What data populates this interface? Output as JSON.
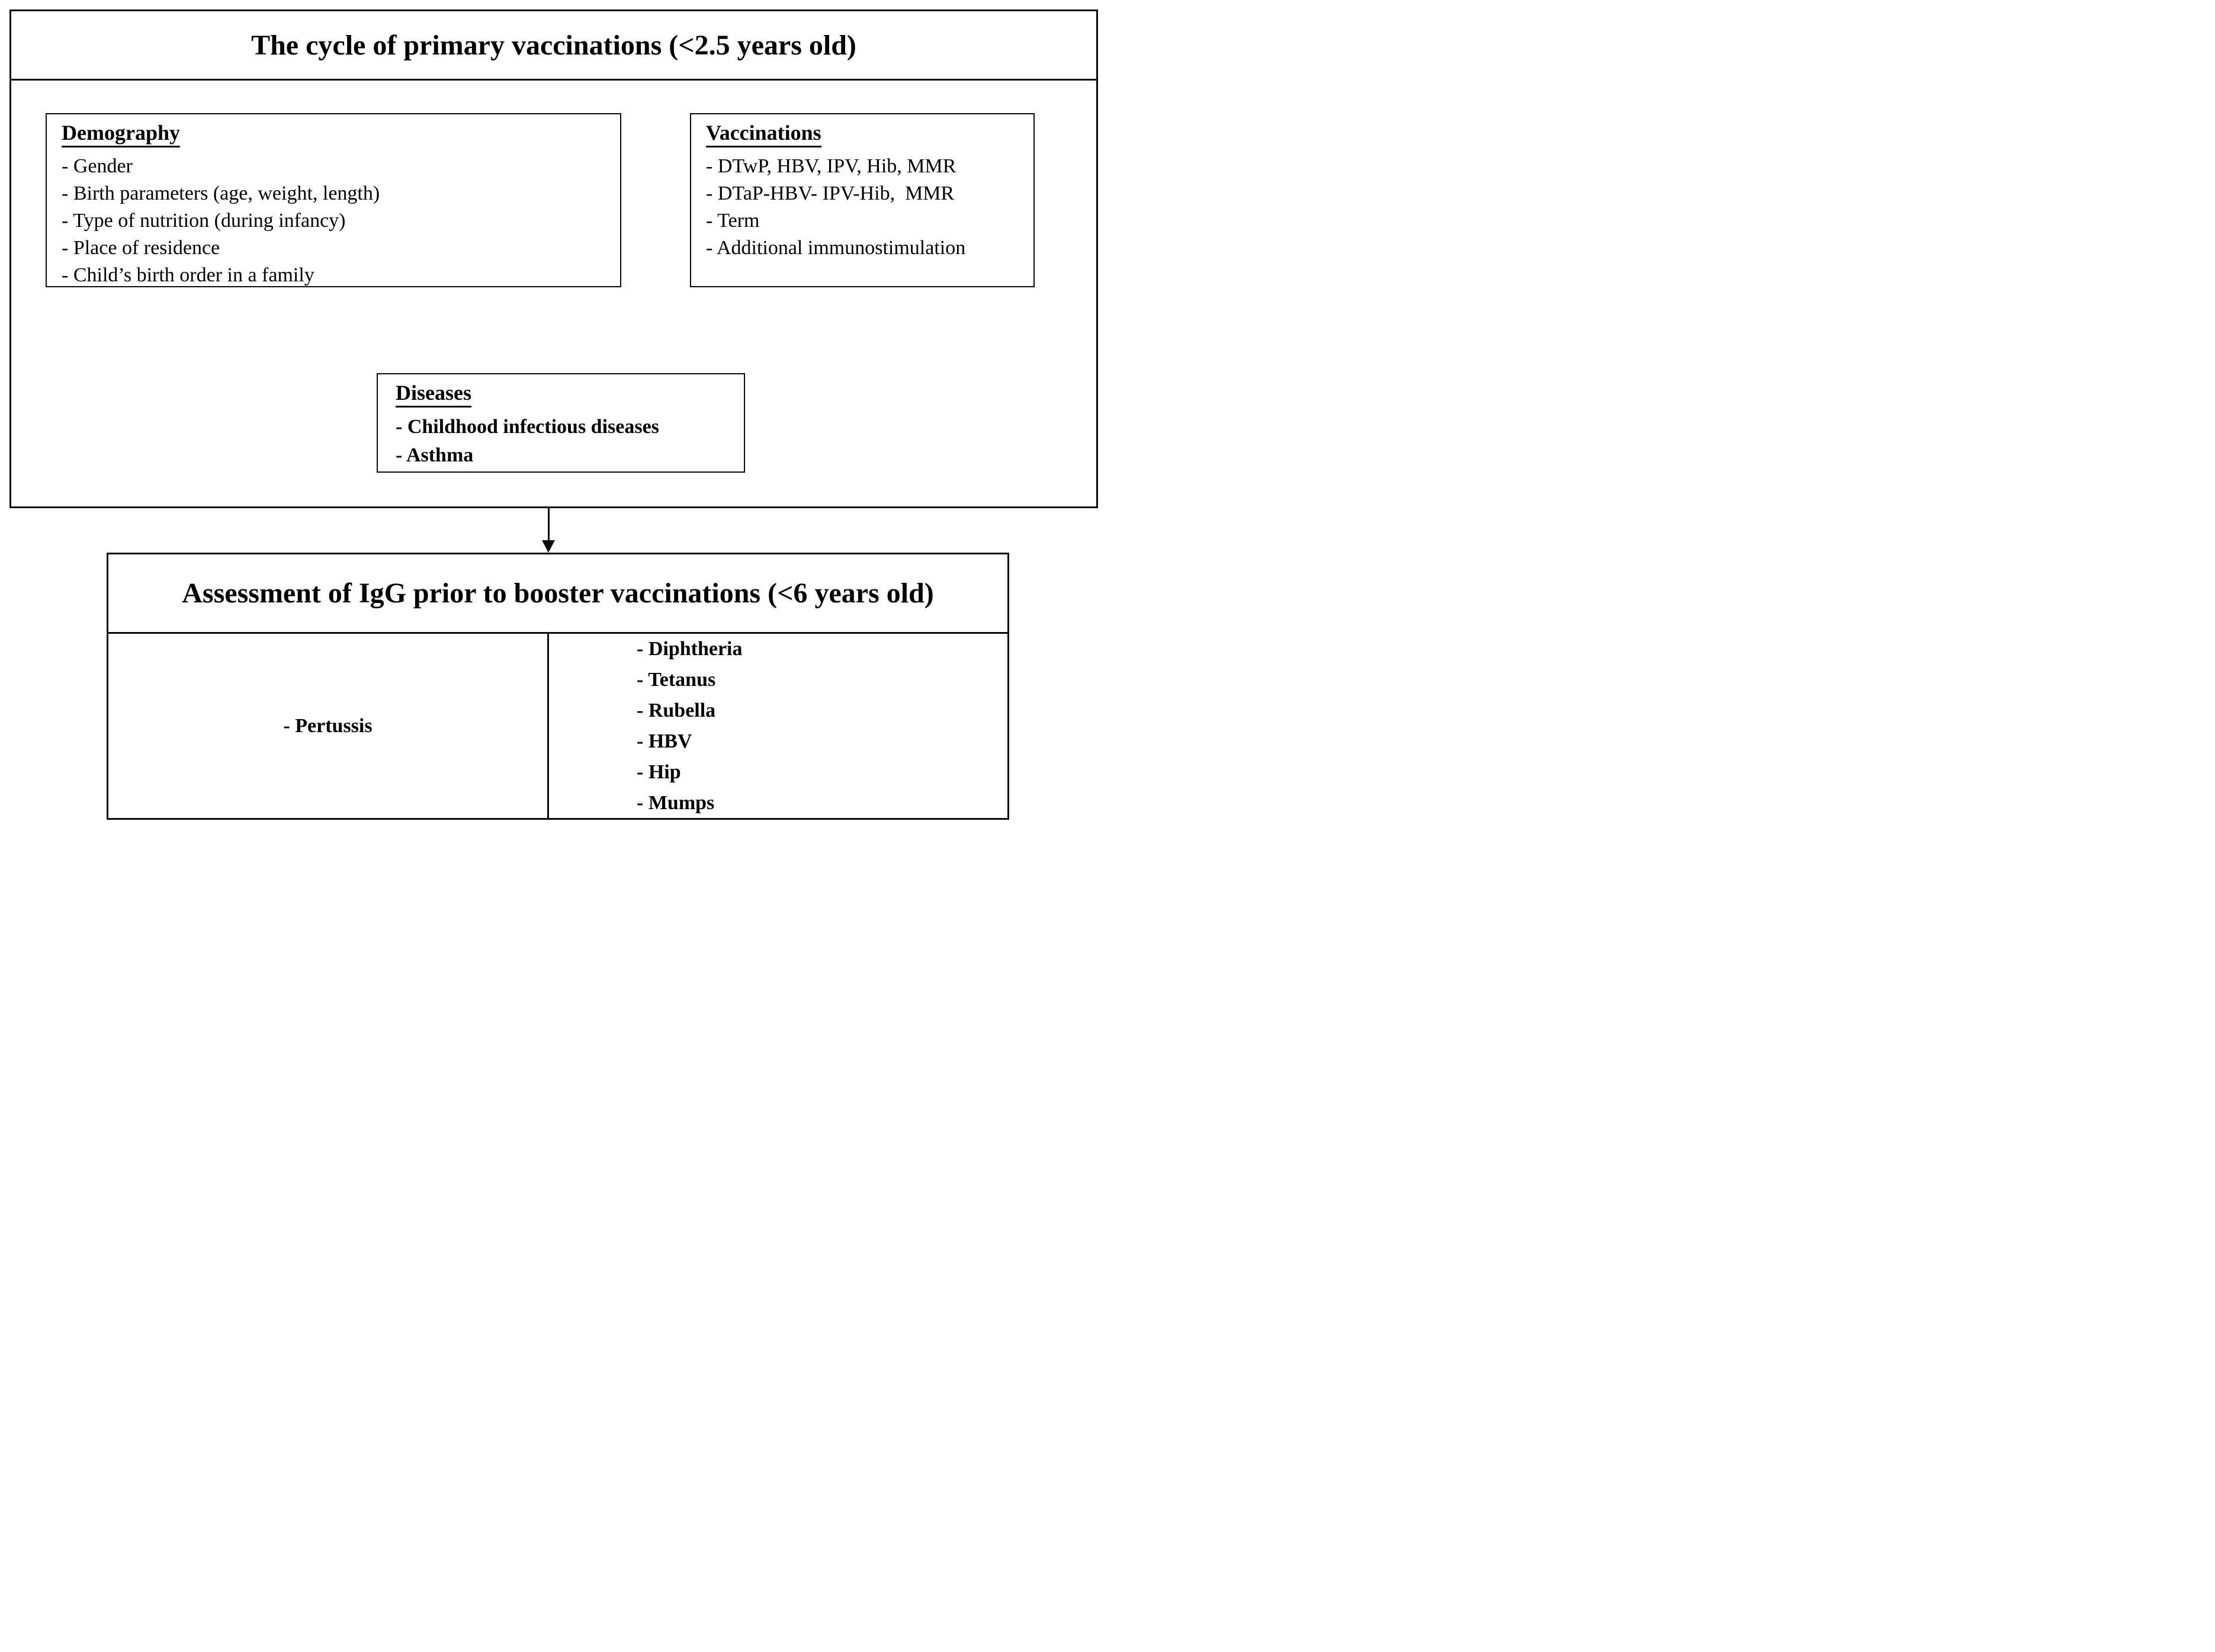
{
  "accent_color": "#0a0a0a",
  "background_color": "#ffffff",
  "top_box": {
    "title": "The cycle of primary vaccinations (<2.5 years old)",
    "demography": {
      "heading": "Demography",
      "items": [
        "- Gender",
        "- Birth parameters (age, weight, length)",
        "- Type of nutrition (during infancy)",
        "- Place of residence",
        "- Child’s birth order in a family"
      ]
    },
    "vaccinations": {
      "heading": "Vaccinations",
      "items": [
        "- DTwP, HBV, IPV, Hib, MMR",
        "- DTaP-HBV- IPV-Hib,  MMR",
        "- Term",
        "- Additional immunostimulation"
      ]
    },
    "diseases": {
      "heading": "Diseases",
      "items": [
        "- Childhood infectious diseases",
        "- Asthma"
      ]
    }
  },
  "connector": {
    "type": "down-arrow"
  },
  "bottom_box": {
    "title": "Assessment of IgG prior to booster vaccinations (<6 years old)",
    "left_column": {
      "items": [
        "- Pertussis"
      ]
    },
    "right_column": {
      "items": [
        "- Diphtheria",
        "- Tetanus",
        "- Rubella",
        "- HBV",
        "- Hip",
        "- Mumps"
      ]
    }
  }
}
